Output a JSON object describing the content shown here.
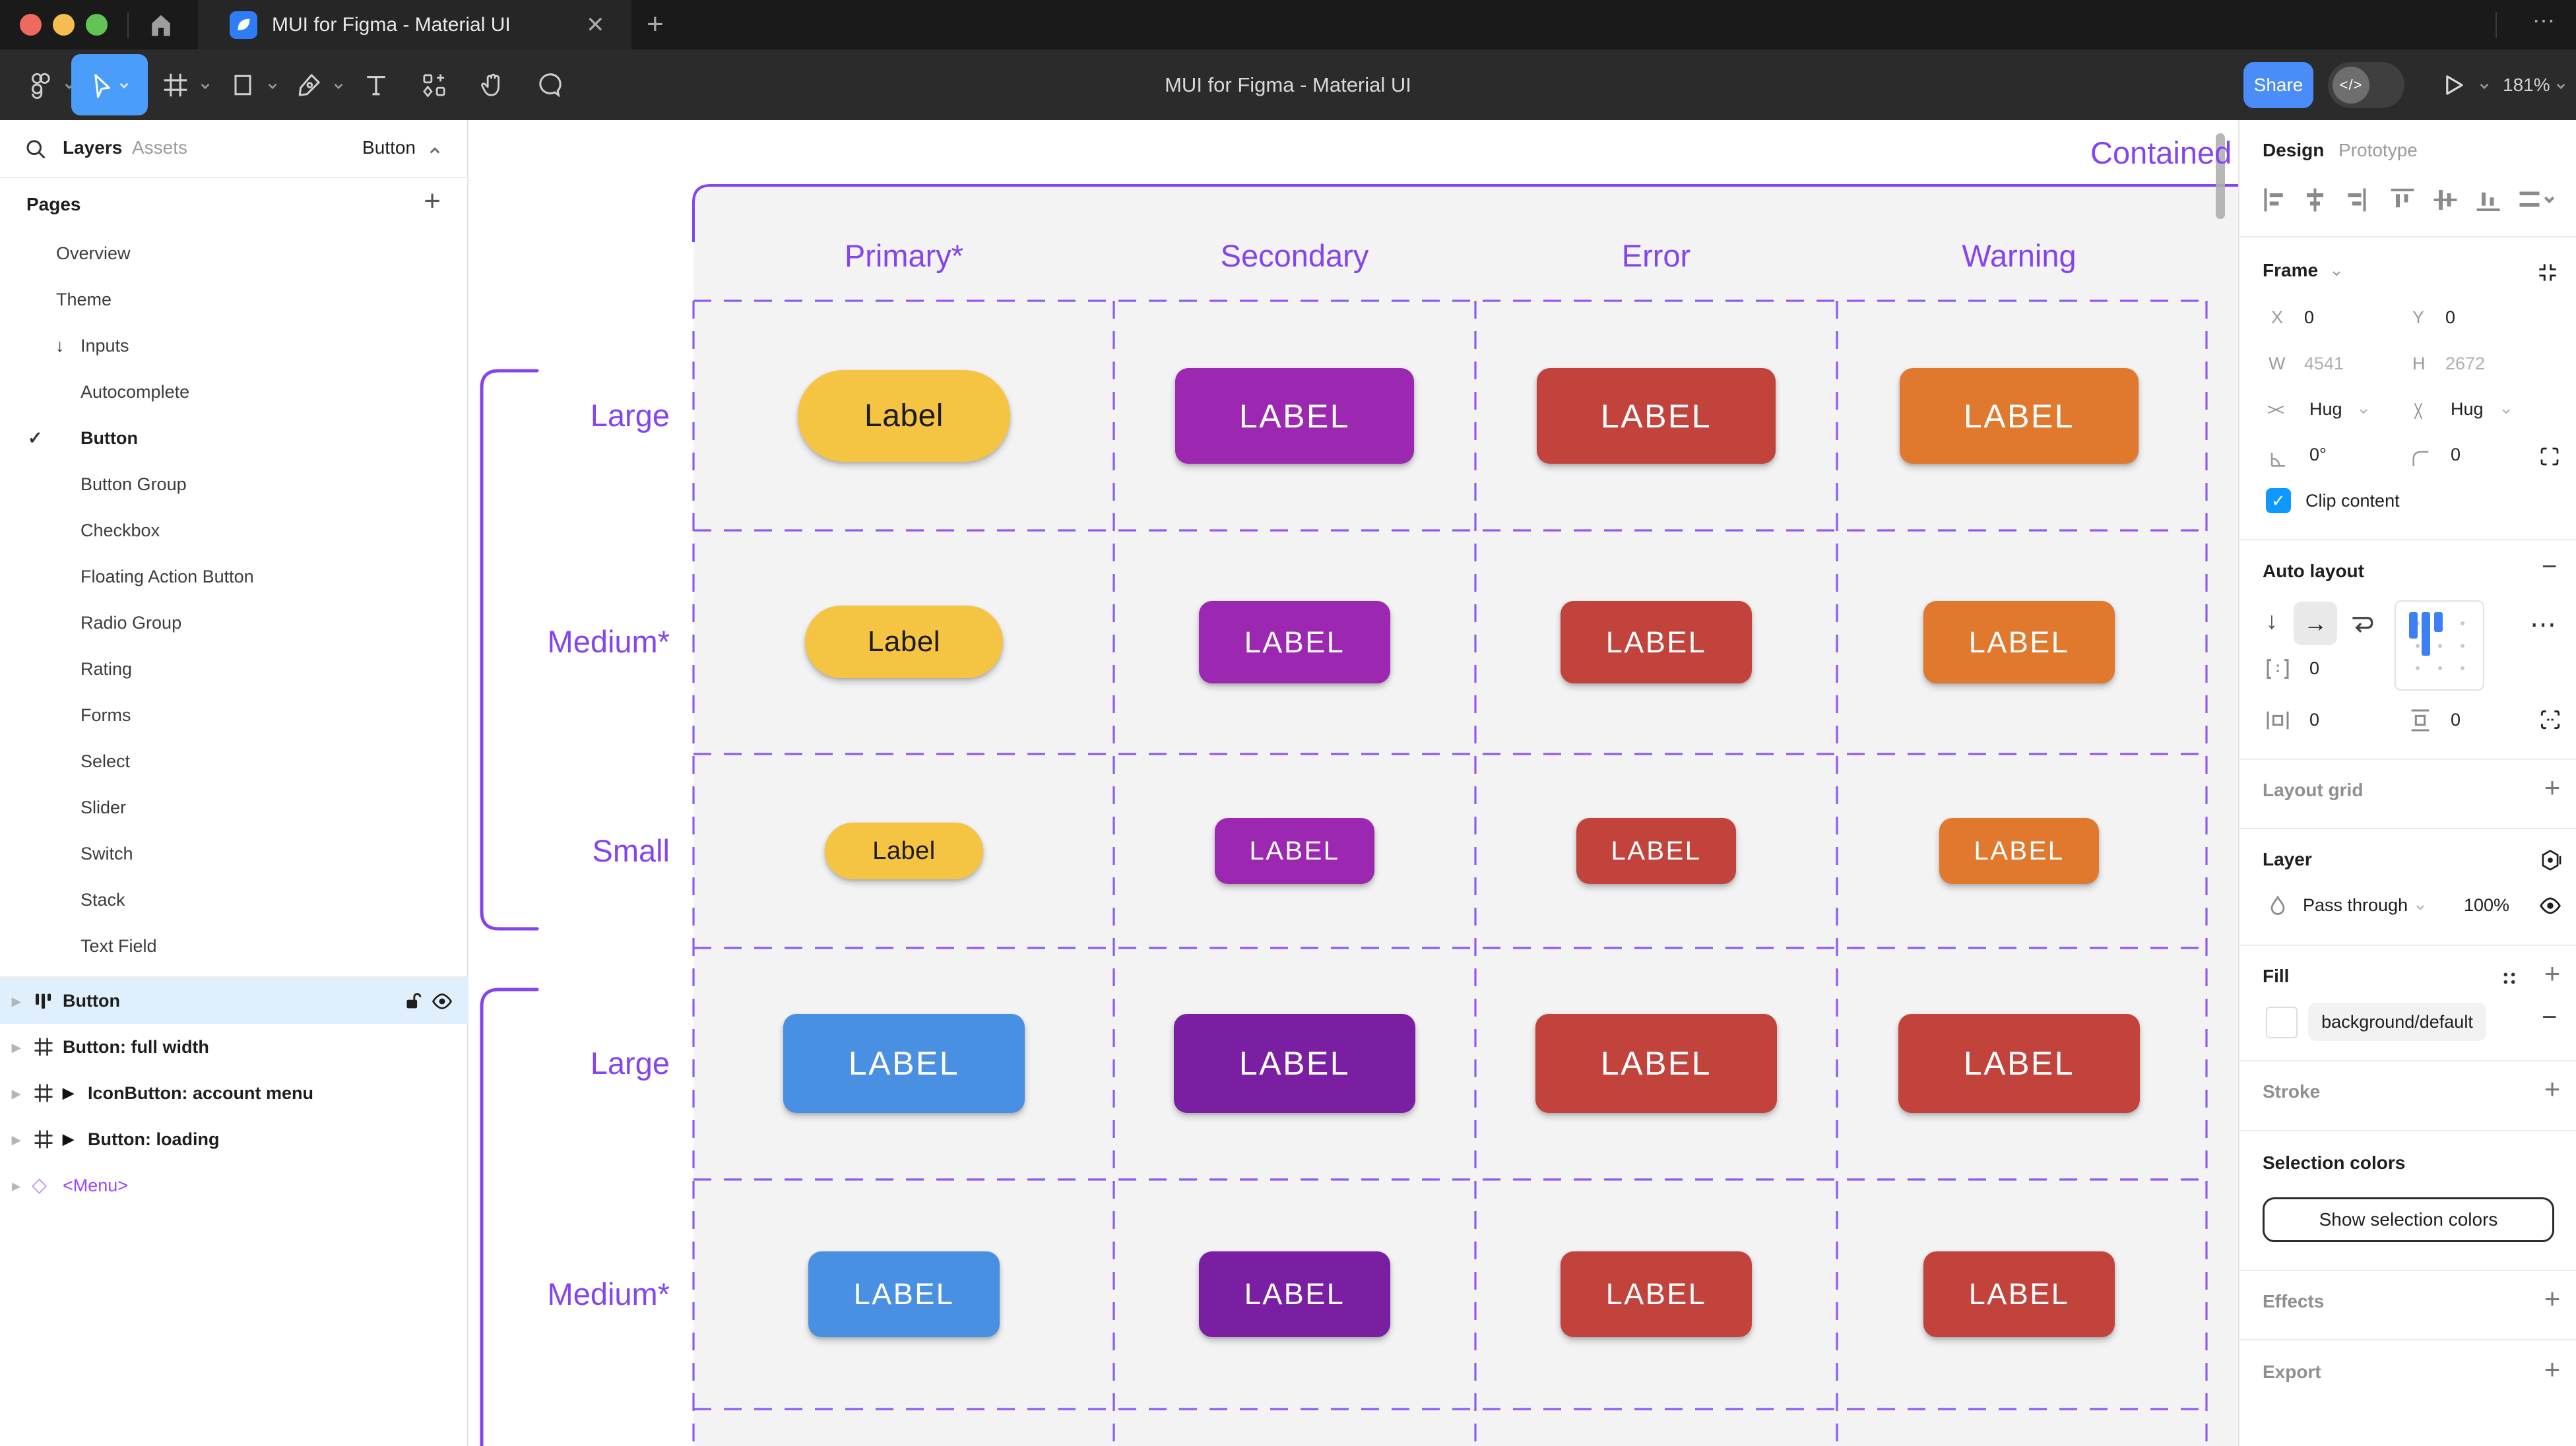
{
  "window": {
    "tab_title": "MUI for Figma - Material UI",
    "doc_title": "MUI for Figma - Material UI",
    "share_label": "Share",
    "zoom_level": "181%",
    "more_glyph": "⋯",
    "close_glyph": "✕",
    "new_tab_glyph": "+",
    "dev_toggle_glyph": "</>"
  },
  "icons": {
    "check": "✓",
    "down_arrow": "↓",
    "right_arrow": "→",
    "play_marker": "▶",
    "disclosure": "▸",
    "component_diamond": "◇",
    "plus": "+",
    "minus": "−",
    "chevron_up": "⌃",
    "hug_h": "><",
    "frame_hash": "#",
    "dots": "⋯"
  },
  "left_panel": {
    "tabs": {
      "layers": "Layers",
      "assets": "Assets"
    },
    "component_selector": "Button",
    "pages_header": "Pages",
    "pages": [
      {
        "label": "Overview"
      },
      {
        "label": "Theme"
      },
      {
        "label": "Inputs"
      },
      {
        "label": "Autocomplete"
      },
      {
        "label": "Button"
      },
      {
        "label": "Button Group"
      },
      {
        "label": "Checkbox"
      },
      {
        "label": "Floating Action Button"
      },
      {
        "label": "Radio Group"
      },
      {
        "label": "Rating"
      },
      {
        "label": "Forms"
      },
      {
        "label": "Select"
      },
      {
        "label": "Slider"
      },
      {
        "label": "Switch"
      },
      {
        "label": "Stack"
      },
      {
        "label": "Text Field"
      }
    ],
    "layers": [
      {
        "label": "Button"
      },
      {
        "label": "Button: full width"
      },
      {
        "label": "IconButton: account menu"
      },
      {
        "label": "Button: loading"
      },
      {
        "label": "<Menu>"
      }
    ]
  },
  "right_panel": {
    "tabs": {
      "design": "Design",
      "prototype": "Prototype"
    },
    "frame": {
      "title": "Frame",
      "x_label": "X",
      "x": "0",
      "y_label": "Y",
      "y": "0",
      "w_label": "W",
      "w": "4541",
      "h_label": "H",
      "h": "2672",
      "hug_h": "Hug",
      "hug_v": "Hug",
      "rotation": "0°",
      "radius": "0",
      "clip_label": "Clip content"
    },
    "auto_layout": {
      "title": "Auto layout",
      "gap": "0",
      "pad_h": "0",
      "pad_v": "0"
    },
    "layout_grid": {
      "title": "Layout grid"
    },
    "layer": {
      "title": "Layer",
      "blend": "Pass through",
      "opacity": "100%"
    },
    "fill": {
      "title": "Fill",
      "token": "background/default"
    },
    "stroke": {
      "title": "Stroke"
    },
    "selection_colors": {
      "title": "Selection colors",
      "button": "Show selection colors"
    },
    "effects": {
      "title": "Effects"
    },
    "export": {
      "title": "Export"
    }
  },
  "canvas": {
    "frame_label": "Contained",
    "columns": [
      "Primary*",
      "Secondary",
      "Error",
      "Warning"
    ],
    "rows": [
      {
        "label": "Large",
        "buttons": [
          "Label",
          "LABEL",
          "LABEL",
          "LABEL"
        ]
      },
      {
        "label": "Medium*",
        "buttons": [
          "Label",
          "LABEL",
          "LABEL",
          "LABEL"
        ]
      },
      {
        "label": "Small",
        "buttons": [
          "Label",
          "LABEL",
          "LABEL",
          "LABEL"
        ]
      },
      {
        "label": "Large",
        "buttons": [
          "LABEL",
          "LABEL",
          "LABEL",
          "LABEL"
        ]
      },
      {
        "label": "Medium*",
        "buttons": [
          "LABEL",
          "LABEL",
          "LABEL",
          "LABEL"
        ]
      }
    ]
  },
  "colors": {
    "figma_purple": "#8444F0",
    "dashed_purple": "#8E5AF3",
    "tool_blue": "#4A9EF9",
    "share_blue": "#4A8CF8",
    "checkbox_blue": "#0D99FF",
    "primary_yellow": "#F5C442",
    "secondary_purple": "#9C27B0",
    "secondary_purple_dark": "#7B1FA2",
    "error_red": "#C2423C",
    "warning_orange": "#E0782E",
    "contained_blue": "#4A90E2",
    "selected_row_bg": "#DFEFFB"
  }
}
